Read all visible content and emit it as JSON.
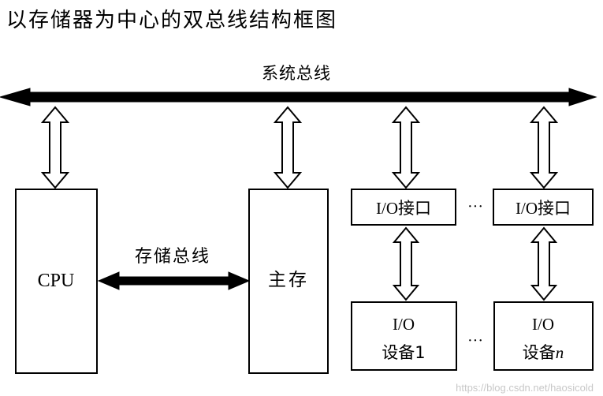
{
  "title": "以存储器为中心的双总线结构框图",
  "system_bus": {
    "label": "系统总线"
  },
  "storage_bus": {
    "label": "存储总线"
  },
  "cpu": {
    "label": "CPU"
  },
  "main_memory": {
    "label": "主存"
  },
  "io_interface_1": {
    "label": "I/O接口"
  },
  "io_interface_n": {
    "label": "I/O接口"
  },
  "ellipsis_interface": "···",
  "ellipsis_device": "···",
  "io_device_1": {
    "line1": "I/O",
    "line2": "设备1"
  },
  "io_device_n": {
    "line1": "I/O",
    "line2_prefix": "设备",
    "line2_suffix": "n"
  },
  "watermark": "https://blog.csdn.net/haosicold",
  "colors": {
    "stroke": "#000000",
    "fill": "#ffffff",
    "watermark": "#c8c8c8"
  }
}
